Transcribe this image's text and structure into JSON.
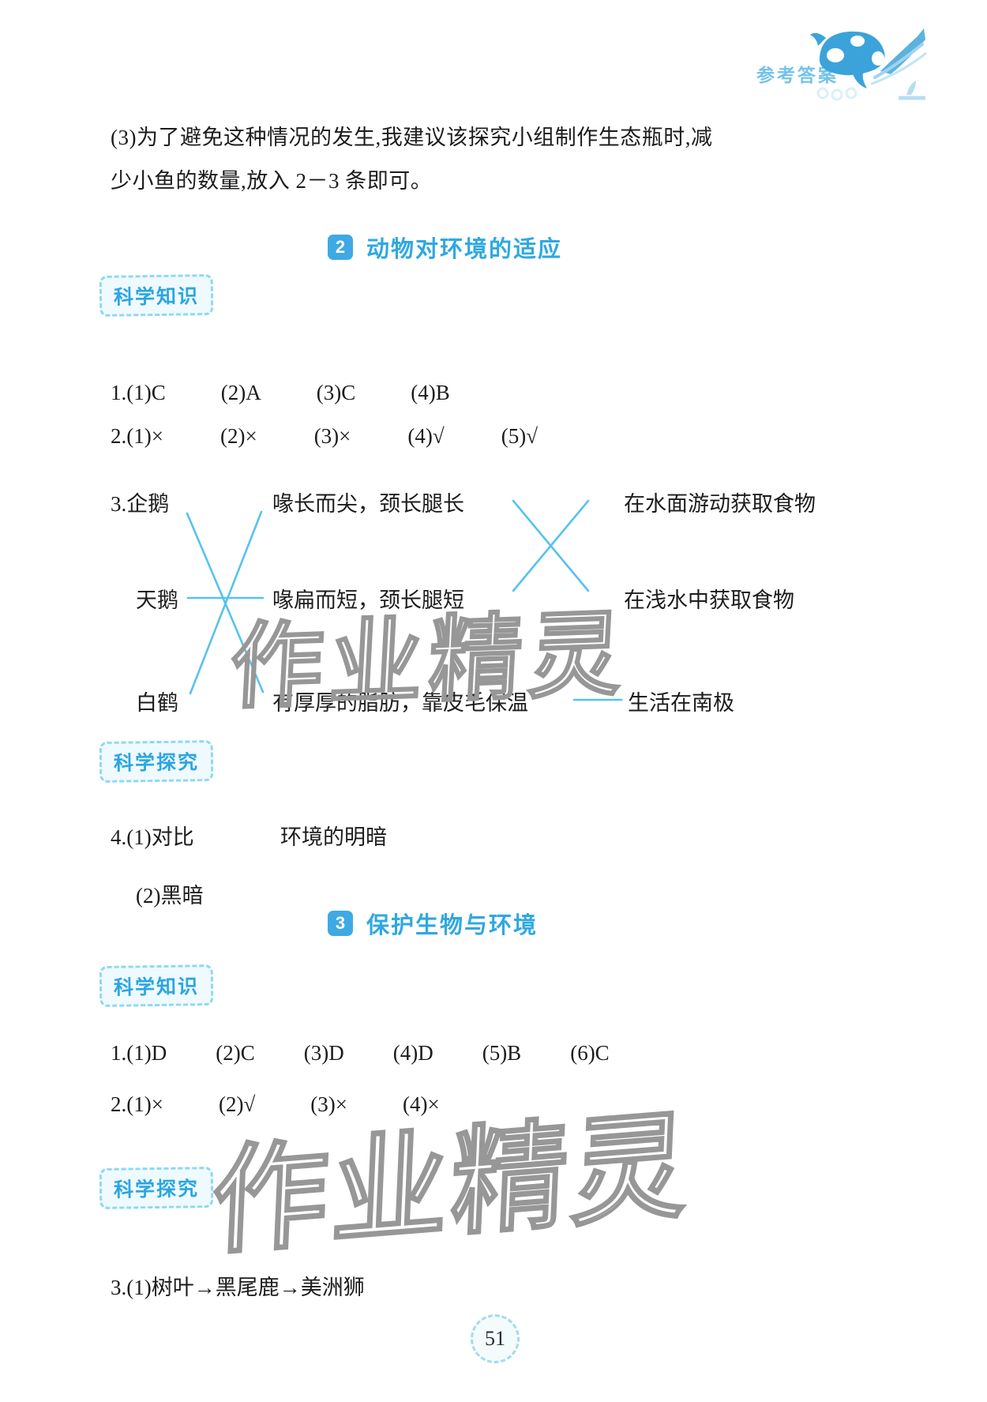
{
  "header": {
    "label": "参考答案"
  },
  "intro": {
    "line1": "(3)为了避免这种情况的发生,我建议该探究小组制作生态瓶时,减",
    "line2": "少小鱼的数量,放入 2－3 条即可。"
  },
  "badges": {
    "knowledge": "科学知识",
    "explore": "科学探究"
  },
  "section2": {
    "number": "2",
    "title": "动物对环境的适应",
    "q1": {
      "items": [
        "1.(1)C",
        "(2)A",
        "(3)C",
        "(4)B"
      ]
    },
    "q2": {
      "items": [
        "2.(1)×",
        "(2)×",
        "(3)×",
        "(4)√",
        "(5)√"
      ]
    },
    "matching": {
      "animals": [
        "3.企鹅",
        "天鹅",
        "白鹤"
      ],
      "features": [
        "喙长而尖，颈长腿长",
        "喙扁而短，颈长腿短",
        "有厚厚的脂肪，靠皮毛保温"
      ],
      "habitats": [
        "在水面游动获取食物",
        "在浅水中获取食物",
        "生活在南极"
      ]
    },
    "q4": {
      "part1": "4.(1)对比",
      "part1_answer": "环境的明暗",
      "part2": "(2)黑暗"
    }
  },
  "section3": {
    "number": "3",
    "title": "保护生物与环境",
    "q1": {
      "items": [
        "1.(1)D",
        "(2)C",
        "(3)D",
        "(4)D",
        "(5)B",
        "(6)C"
      ]
    },
    "q2": {
      "items": [
        "2.(1)×",
        "(2)√",
        "(3)×",
        "(4)×"
      ]
    },
    "q3": "3.(1)树叶→黑尾鹿→美洲狮"
  },
  "watermark": "作业精灵",
  "page_number": "51",
  "colors": {
    "accent_blue": "#2fa8e1",
    "badge_blue": "#2ba6e0",
    "badge_border": "#8fd8f2",
    "match_line_blue": "#56c2ee",
    "header_label_blue": "#74c3e9",
    "watermark_gray": "#979797"
  }
}
